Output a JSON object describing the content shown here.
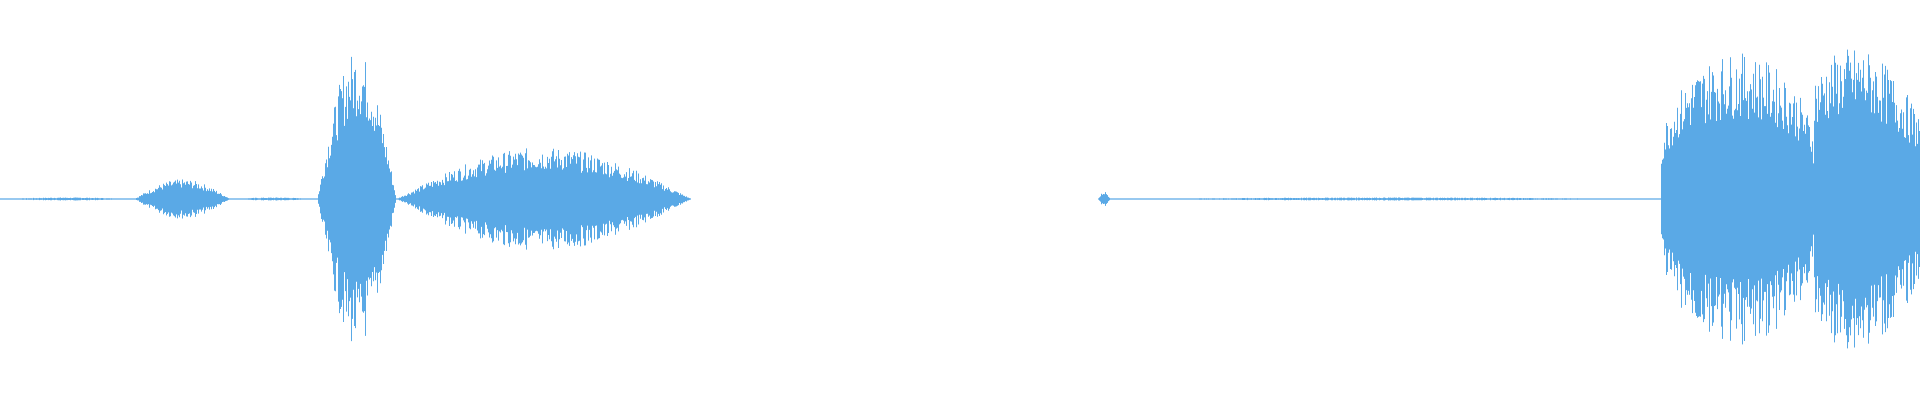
{
  "waveform": {
    "color": "#5aa9e6",
    "baseline_level": 0.0,
    "segments": [
      {
        "name": "silence-start",
        "start": 0.0,
        "end": 0.07,
        "amp": 0.01
      },
      {
        "name": "burst-1",
        "start": 0.07,
        "end": 0.12,
        "amp": 0.13
      },
      {
        "name": "silence-2",
        "start": 0.12,
        "end": 0.165,
        "amp": 0.01
      },
      {
        "name": "burst-2",
        "start": 0.165,
        "end": 0.206,
        "amp": 0.98
      },
      {
        "name": "burst-3",
        "start": 0.206,
        "end": 0.36,
        "amp": 0.34
      },
      {
        "name": "silence-mid",
        "start": 0.36,
        "end": 0.572,
        "amp": 0.0
      },
      {
        "name": "click",
        "start": 0.572,
        "end": 0.578,
        "amp": 0.05
      },
      {
        "name": "low-noise",
        "start": 0.578,
        "end": 0.865,
        "amp": 0.01
      },
      {
        "name": "burst-4",
        "start": 0.865,
        "end": 0.945,
        "amp": 0.96
      },
      {
        "name": "burst-5",
        "start": 0.945,
        "end": 1.0,
        "amp": 1.0
      }
    ]
  }
}
